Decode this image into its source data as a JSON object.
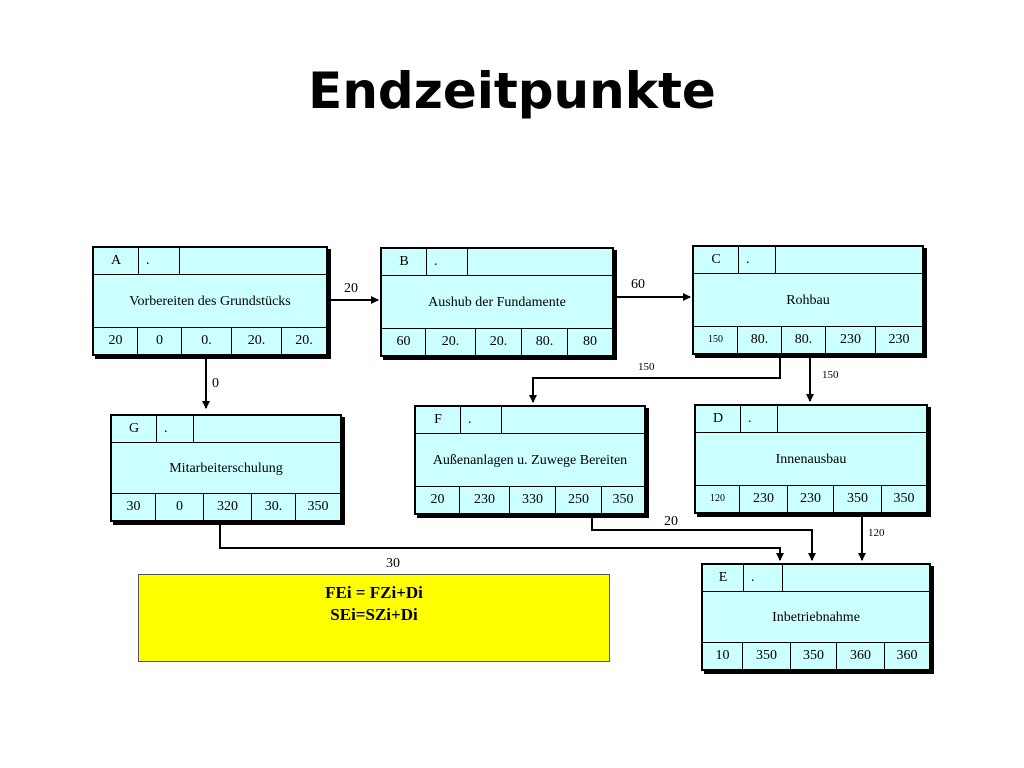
{
  "title": "Endzeitpunkte",
  "nodes": {
    "A": {
      "id": "A",
      "dot": ".",
      "name": "Vorbereiten des Grundstücks",
      "values": [
        "20",
        "0",
        "0.",
        "20.",
        "20."
      ]
    },
    "B": {
      "id": "B",
      "dot": ".",
      "name": "Aushub der Fundamente",
      "values": [
        "60",
        "20.",
        "20.",
        "80.",
        "80"
      ]
    },
    "C": {
      "id": "C",
      "dot": ".",
      "name": "Rohbau",
      "values": [
        "150",
        "80.",
        "80.",
        "230",
        "230"
      ]
    },
    "G": {
      "id": "G",
      "dot": ".",
      "name": "Mitarbeiterschulung",
      "values": [
        "30",
        "0",
        "320",
        "30.",
        "350"
      ]
    },
    "F": {
      "id": "F",
      "dot": ".",
      "name": "Außenanlagen u. Zuwege Bereiten",
      "values": [
        "20",
        "230",
        "330",
        "250",
        "350"
      ]
    },
    "D": {
      "id": "D",
      "dot": ".",
      "name": "Innenausbau",
      "values": [
        "120",
        "230",
        "230",
        "350",
        "350"
      ]
    },
    "E": {
      "id": "E",
      "dot": ".",
      "name": "Inbetriebnahme",
      "values": [
        "10",
        "350",
        "350",
        "360",
        "360"
      ]
    }
  },
  "edge_labels": {
    "a_to_b": "20",
    "b_to_c": "60",
    "a_to_g": "0",
    "c_to_f": "150",
    "c_to_d": "150",
    "f_to_e": "20",
    "d_to_e": "120",
    "g_to_e": "30"
  },
  "formula": {
    "line1": "FEi = FZi+Di",
    "line2": "SEi=SZi+Di"
  },
  "colors": {
    "node_fill": "#ccffff",
    "formula_fill": "#ffff00",
    "border": "#000000"
  }
}
